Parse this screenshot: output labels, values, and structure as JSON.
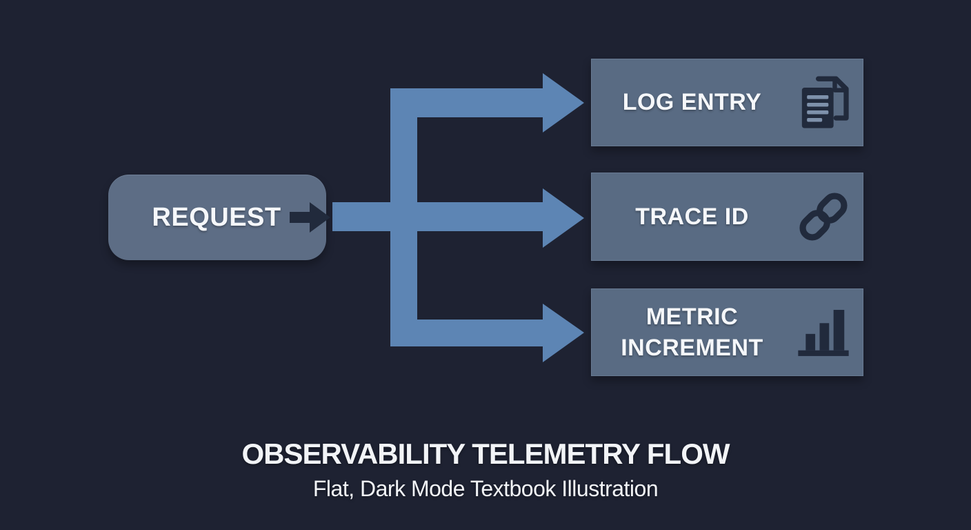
{
  "illustration": {
    "title": "OBSERVABILITY TELEMETRY FLOW",
    "subtitle": "Flat, Dark Mode Textbook Illustration"
  },
  "request_node": {
    "label": "REQUEST",
    "icon": "arrow-right-icon"
  },
  "targets": [
    {
      "id": "log-entry",
      "label": "LOG ENTRY",
      "icon": "documents-icon"
    },
    {
      "id": "trace-id",
      "label": "TRACE ID",
      "icon": "link-icon"
    },
    {
      "id": "metric-increment",
      "label": "METRIC INCREMENT",
      "icon": "bar-chart-icon"
    }
  ],
  "colors": {
    "background": "#1e2232",
    "node_fill": "#596b83",
    "request_fill": "#5d6d85",
    "arrow_fill": "#5d85b4",
    "icon_dark": "#212a3c",
    "icon_line": "#7e91ab",
    "text": "#f5f7fa"
  }
}
